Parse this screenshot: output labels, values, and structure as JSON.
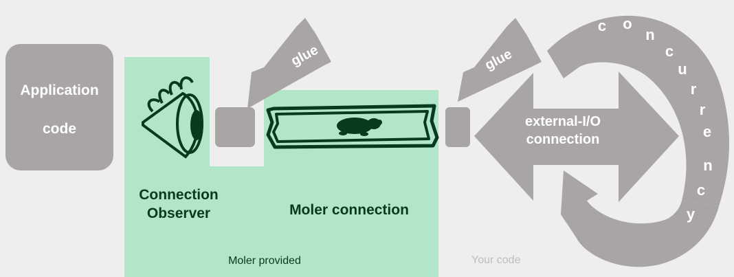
{
  "application_box": {
    "line1": "Application",
    "line2": "code"
  },
  "observer": {
    "line1": "Connection",
    "line2": "Observer"
  },
  "moler_connection": {
    "label": "Moler connection"
  },
  "glue_labels": [
    "glue",
    "glue"
  ],
  "external_io": {
    "line1": "external-I/O",
    "line2": "connection"
  },
  "concurrency_letters": [
    "c",
    "o",
    "n",
    "c",
    "u",
    "r",
    "r",
    "e",
    "n",
    "c",
    "y"
  ],
  "moler_provided": "Moler provided",
  "your_code": "Your code",
  "colors": {
    "grey": "#a8a5a4",
    "green_bg": "#b2e6c8",
    "dark_green": "#083a1e",
    "white": "#ffffff",
    "your_code_text": "#bdbdbd"
  }
}
